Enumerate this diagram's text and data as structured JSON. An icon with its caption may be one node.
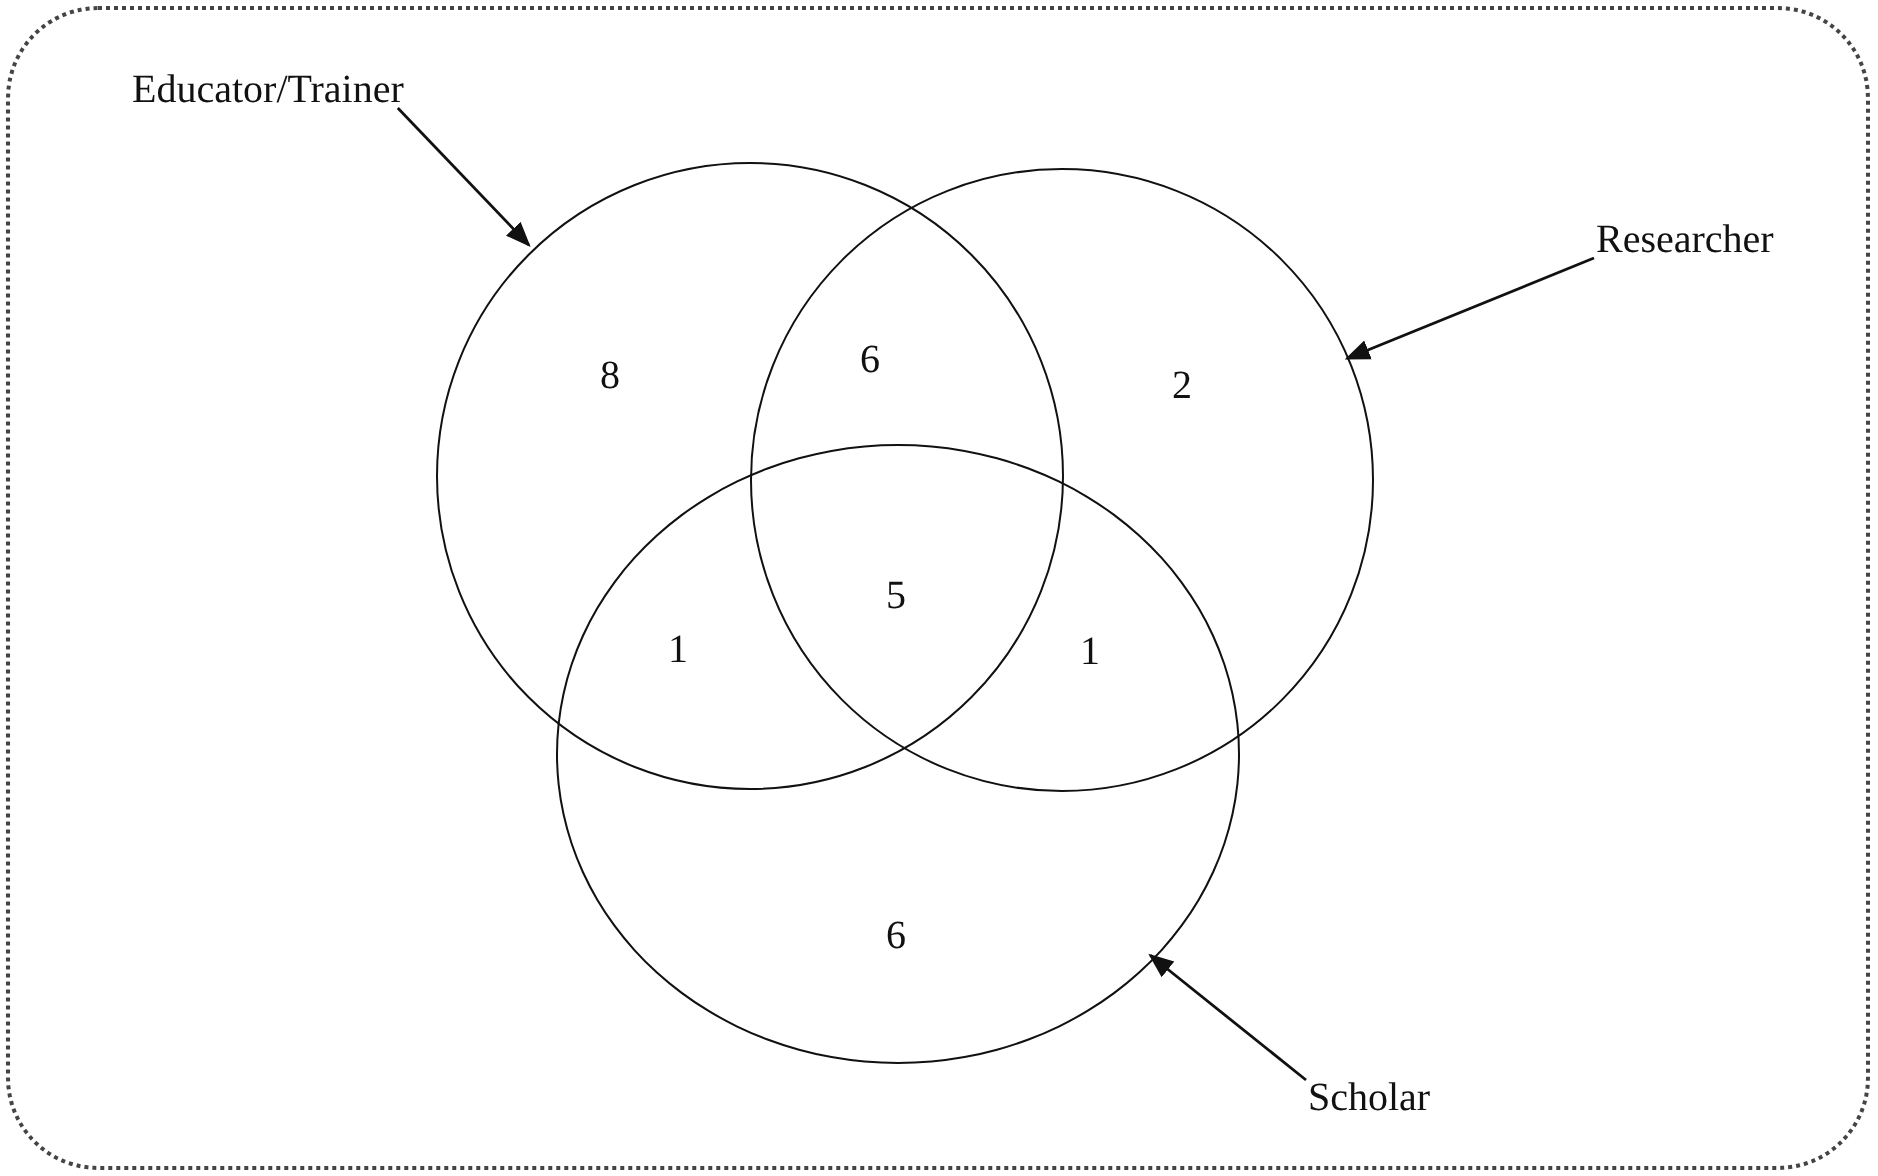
{
  "diagram": {
    "nodes": [
      {
        "text": [],
        "shape": "box"
      },
      {
        "text": [
          "Educator/Trainer"
        ],
        "in": 0
      },
      {
        "text": [
          "Researcher"
        ],
        "in": 0
      },
      {
        "text": [
          "Scholar"
        ],
        "in": 0
      },
      {
        "text": [],
        "shape": "circle",
        "in": 0
      },
      {
        "text": [],
        "shape": "circle",
        "in": 0
      },
      {
        "text": [],
        "shape": "circle",
        "in": 0
      }
    ],
    "edges": [
      {
        "from": 1,
        "to": 4,
        "arrow": "to"
      },
      {
        "from": 2,
        "to": 5,
        "arrow": "to"
      },
      {
        "from": 3,
        "to": 6,
        "arrow": "to"
      }
    ],
    "labels": [
      "8",
      "6",
      "2",
      "1",
      "5",
      "1",
      "6"
    ]
  }
}
